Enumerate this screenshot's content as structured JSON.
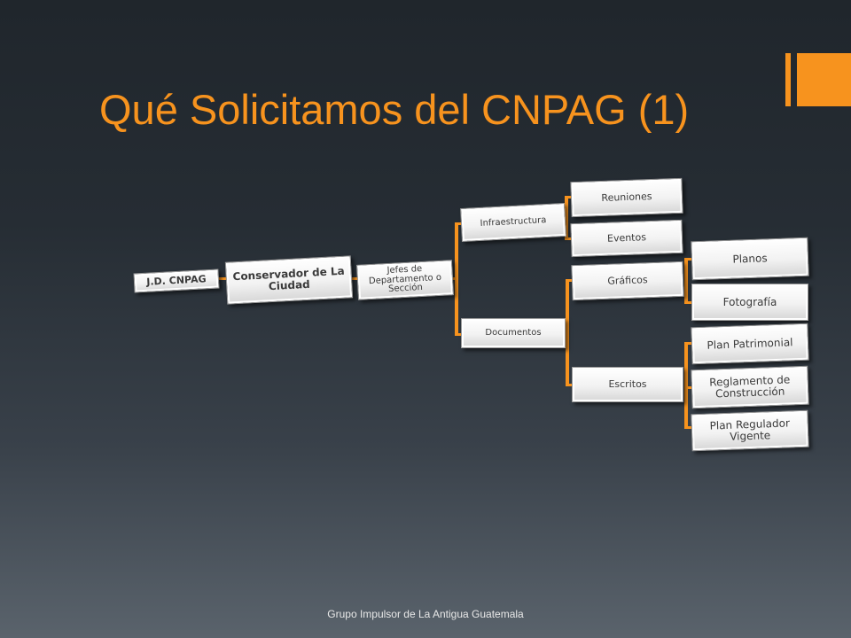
{
  "slide": {
    "title": "Qué Solicitamos del CNPAG (1)",
    "footer": "Grupo Impulsor de La Antigua Guatemala"
  },
  "colors": {
    "accent": "#f7931e",
    "background": "#262d34"
  },
  "tree": {
    "root": "J.D. CNPAG",
    "level1": "Conservador de La Ciudad",
    "level2": "Jefes de Departamento o Sección",
    "infraestructura": "Infraestructura",
    "documentos": "Documentos",
    "reuniones": "Reuniones",
    "eventos": "Eventos",
    "graficos": "Gráficos",
    "escritos": "Escritos",
    "planos": "Planos",
    "fotografia": "Fotografía",
    "plan_patrimonial": "Plan Patrimonial",
    "reglamento": "Reglamento de Construcción",
    "plan_regulador": "Plan Regulador Vigente"
  }
}
